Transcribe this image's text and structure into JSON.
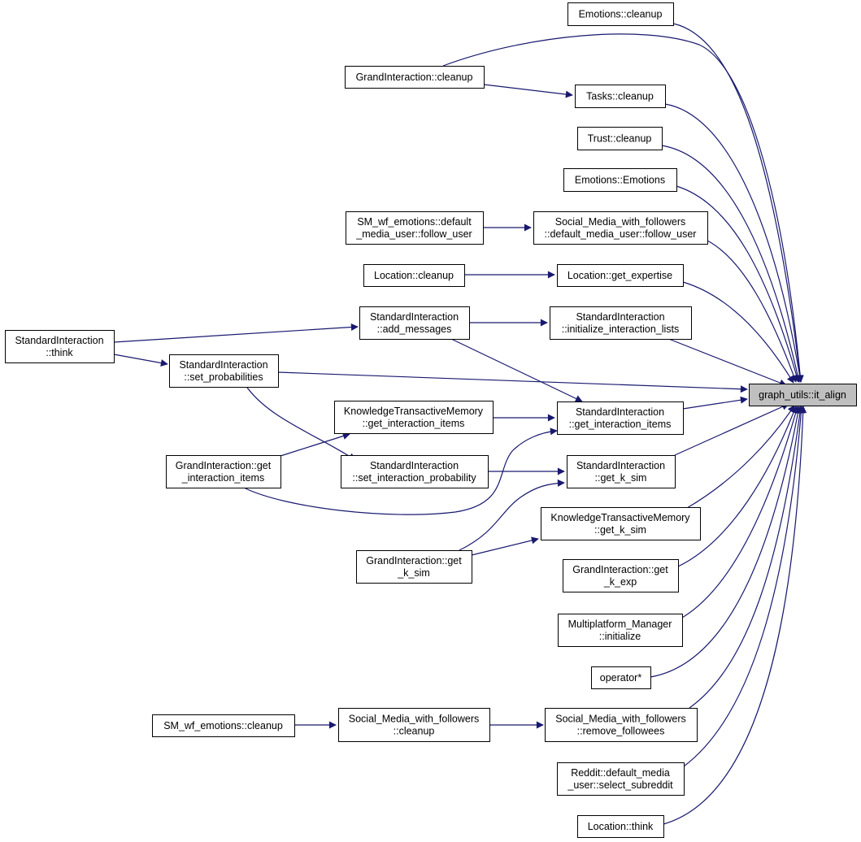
{
  "graph": {
    "target": "graph_utils::it_align",
    "edge_color": "#191970",
    "target_fill": "#bfbfbf",
    "nodes": {
      "emotions_cleanup": [
        "Emotions::cleanup"
      ],
      "grand_cleanup": [
        "GrandInteraction::cleanup"
      ],
      "tasks_cleanup": [
        "Tasks::cleanup"
      ],
      "trust_cleanup": [
        "Trust::cleanup"
      ],
      "emotions_emotions": [
        "Emotions::Emotions"
      ],
      "smwf_follow": [
        "SM_wf_emotions::default",
        "_media_user::follow_user"
      ],
      "smf_follow": [
        "Social_Media_with_followers",
        "::default_media_user::follow_user"
      ],
      "location_cleanup": [
        "Location::cleanup"
      ],
      "location_get_expertise": [
        "Location::get_expertise"
      ],
      "si_think": [
        "StandardInteraction",
        "::think"
      ],
      "si_add_messages": [
        "StandardInteraction",
        "::add_messages"
      ],
      "si_init_lists": [
        "StandardInteraction",
        "::initialize_interaction_lists"
      ],
      "si_set_probabilities": [
        "StandardInteraction",
        "::set_probabilities"
      ],
      "it_align": [
        "graph_utils::it_align"
      ],
      "ktm_get_items": [
        "KnowledgeTransactiveMemory",
        "::get_interaction_items"
      ],
      "si_get_items": [
        "StandardInteraction",
        "::get_interaction_items"
      ],
      "gi_get_items": [
        "GrandInteraction::get",
        "_interaction_items"
      ],
      "si_set_interaction_prob": [
        "StandardInteraction",
        "::set_interaction_probability"
      ],
      "si_get_k_sim": [
        "StandardInteraction",
        "::get_k_sim"
      ],
      "ktm_get_k_sim": [
        "KnowledgeTransactiveMemory",
        "::get_k_sim"
      ],
      "gi_get_k_sim": [
        "GrandInteraction::get",
        "_k_sim"
      ],
      "gi_get_k_exp": [
        "GrandInteraction::get",
        "_k_exp"
      ],
      "mp_initialize": [
        "Multiplatform_Manager",
        "::initialize"
      ],
      "operator_star": [
        "operator*"
      ],
      "smwf_cleanup": [
        "SM_wf_emotions::cleanup"
      ],
      "smf_cleanup": [
        "Social_Media_with_followers",
        "::cleanup"
      ],
      "smf_remove_followees": [
        "Social_Media_with_followers",
        "::remove_followees"
      ],
      "reddit_select": [
        "Reddit::default_media",
        "_user::select_subreddit"
      ],
      "location_think": [
        "Location::think"
      ]
    }
  }
}
